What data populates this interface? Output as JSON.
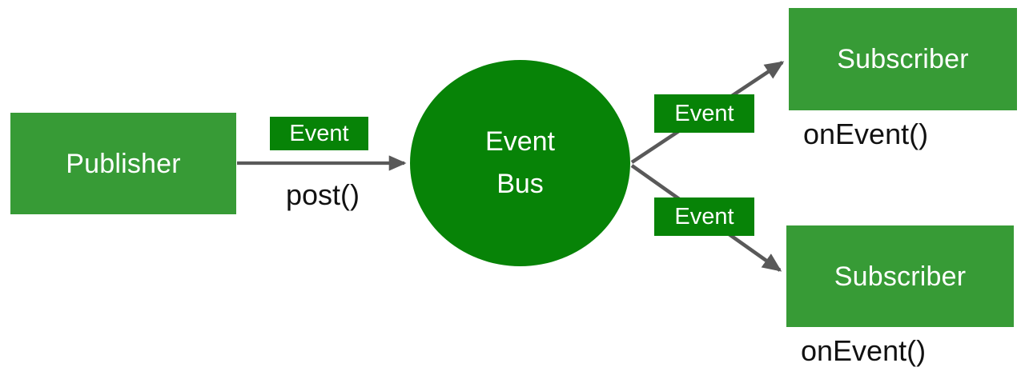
{
  "diagram": {
    "title": "Event Bus publish-subscribe diagram",
    "type": "flow-diagram",
    "colors": {
      "node_green": "#379b36",
      "bus_green": "#078307",
      "chip_green": "#078307",
      "arrow_gray": "#595959",
      "node_text": "#ffffff",
      "method_text": "#111111",
      "background": "#ffffff"
    },
    "nodes": {
      "publisher": {
        "label": "Publisher"
      },
      "bus": {
        "line1": "Event",
        "line2": "Bus"
      },
      "subscriber_top": {
        "label": "Subscriber"
      },
      "subscriber_bottom": {
        "label": "Subscriber"
      }
    },
    "edge_chips": {
      "post_chip": "Event",
      "subscriber_top_chip": "Event",
      "subscriber_bottom_chip": "Event"
    },
    "method_labels": {
      "post": "post()",
      "on_event_top": "onEvent()",
      "on_event_bottom": "onEvent()"
    }
  }
}
